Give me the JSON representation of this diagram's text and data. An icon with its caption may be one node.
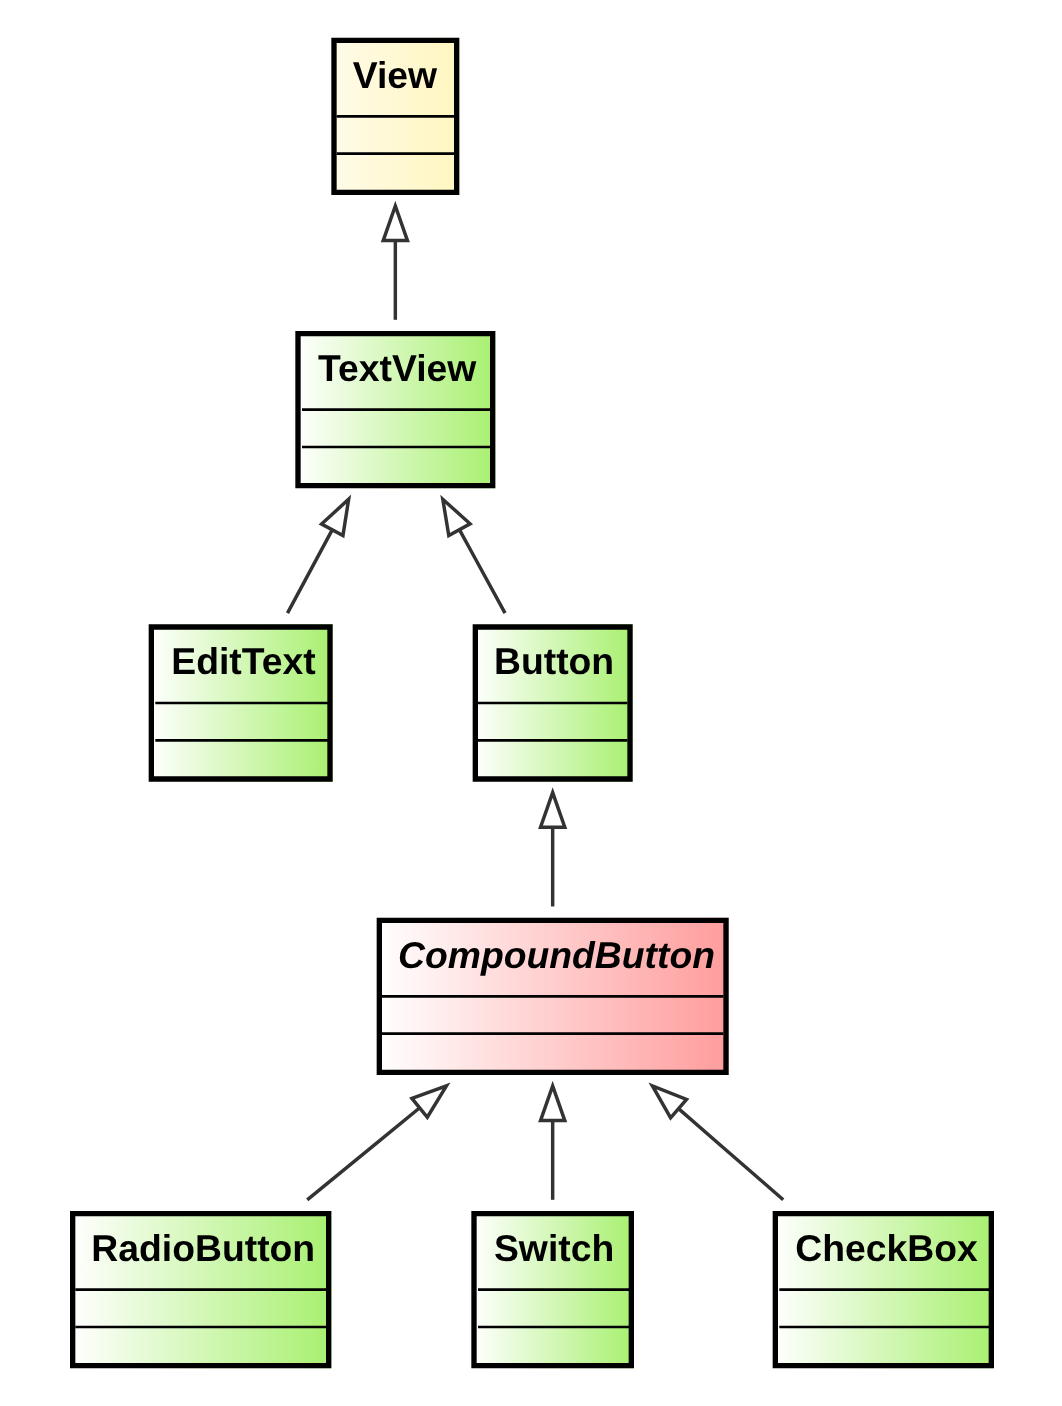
{
  "diagram": {
    "nodes": [
      {
        "text": [
          "View"
        ]
      },
      {
        "text": [
          "TextView"
        ]
      },
      {
        "text": [
          "EditText"
        ]
      },
      {
        "text": [
          "Button"
        ]
      },
      {
        "text": [
          "CompoundButton"
        ]
      },
      {
        "text": [
          "RadioButton"
        ]
      },
      {
        "text": [
          "Switch"
        ]
      },
      {
        "text": [
          "CheckBox"
        ]
      }
    ],
    "edges": [
      {
        "from": 1,
        "to": 0,
        "arrow": "to"
      },
      {
        "from": 2,
        "to": 1,
        "arrow": "to"
      },
      {
        "from": 3,
        "to": 1,
        "arrow": "to"
      },
      {
        "from": 4,
        "to": 3,
        "arrow": "to"
      },
      {
        "from": 5,
        "to": 4,
        "arrow": "to"
      },
      {
        "from": 6,
        "to": 4,
        "arrow": "to"
      },
      {
        "from": 7,
        "to": 4,
        "arrow": "to"
      }
    ]
  }
}
